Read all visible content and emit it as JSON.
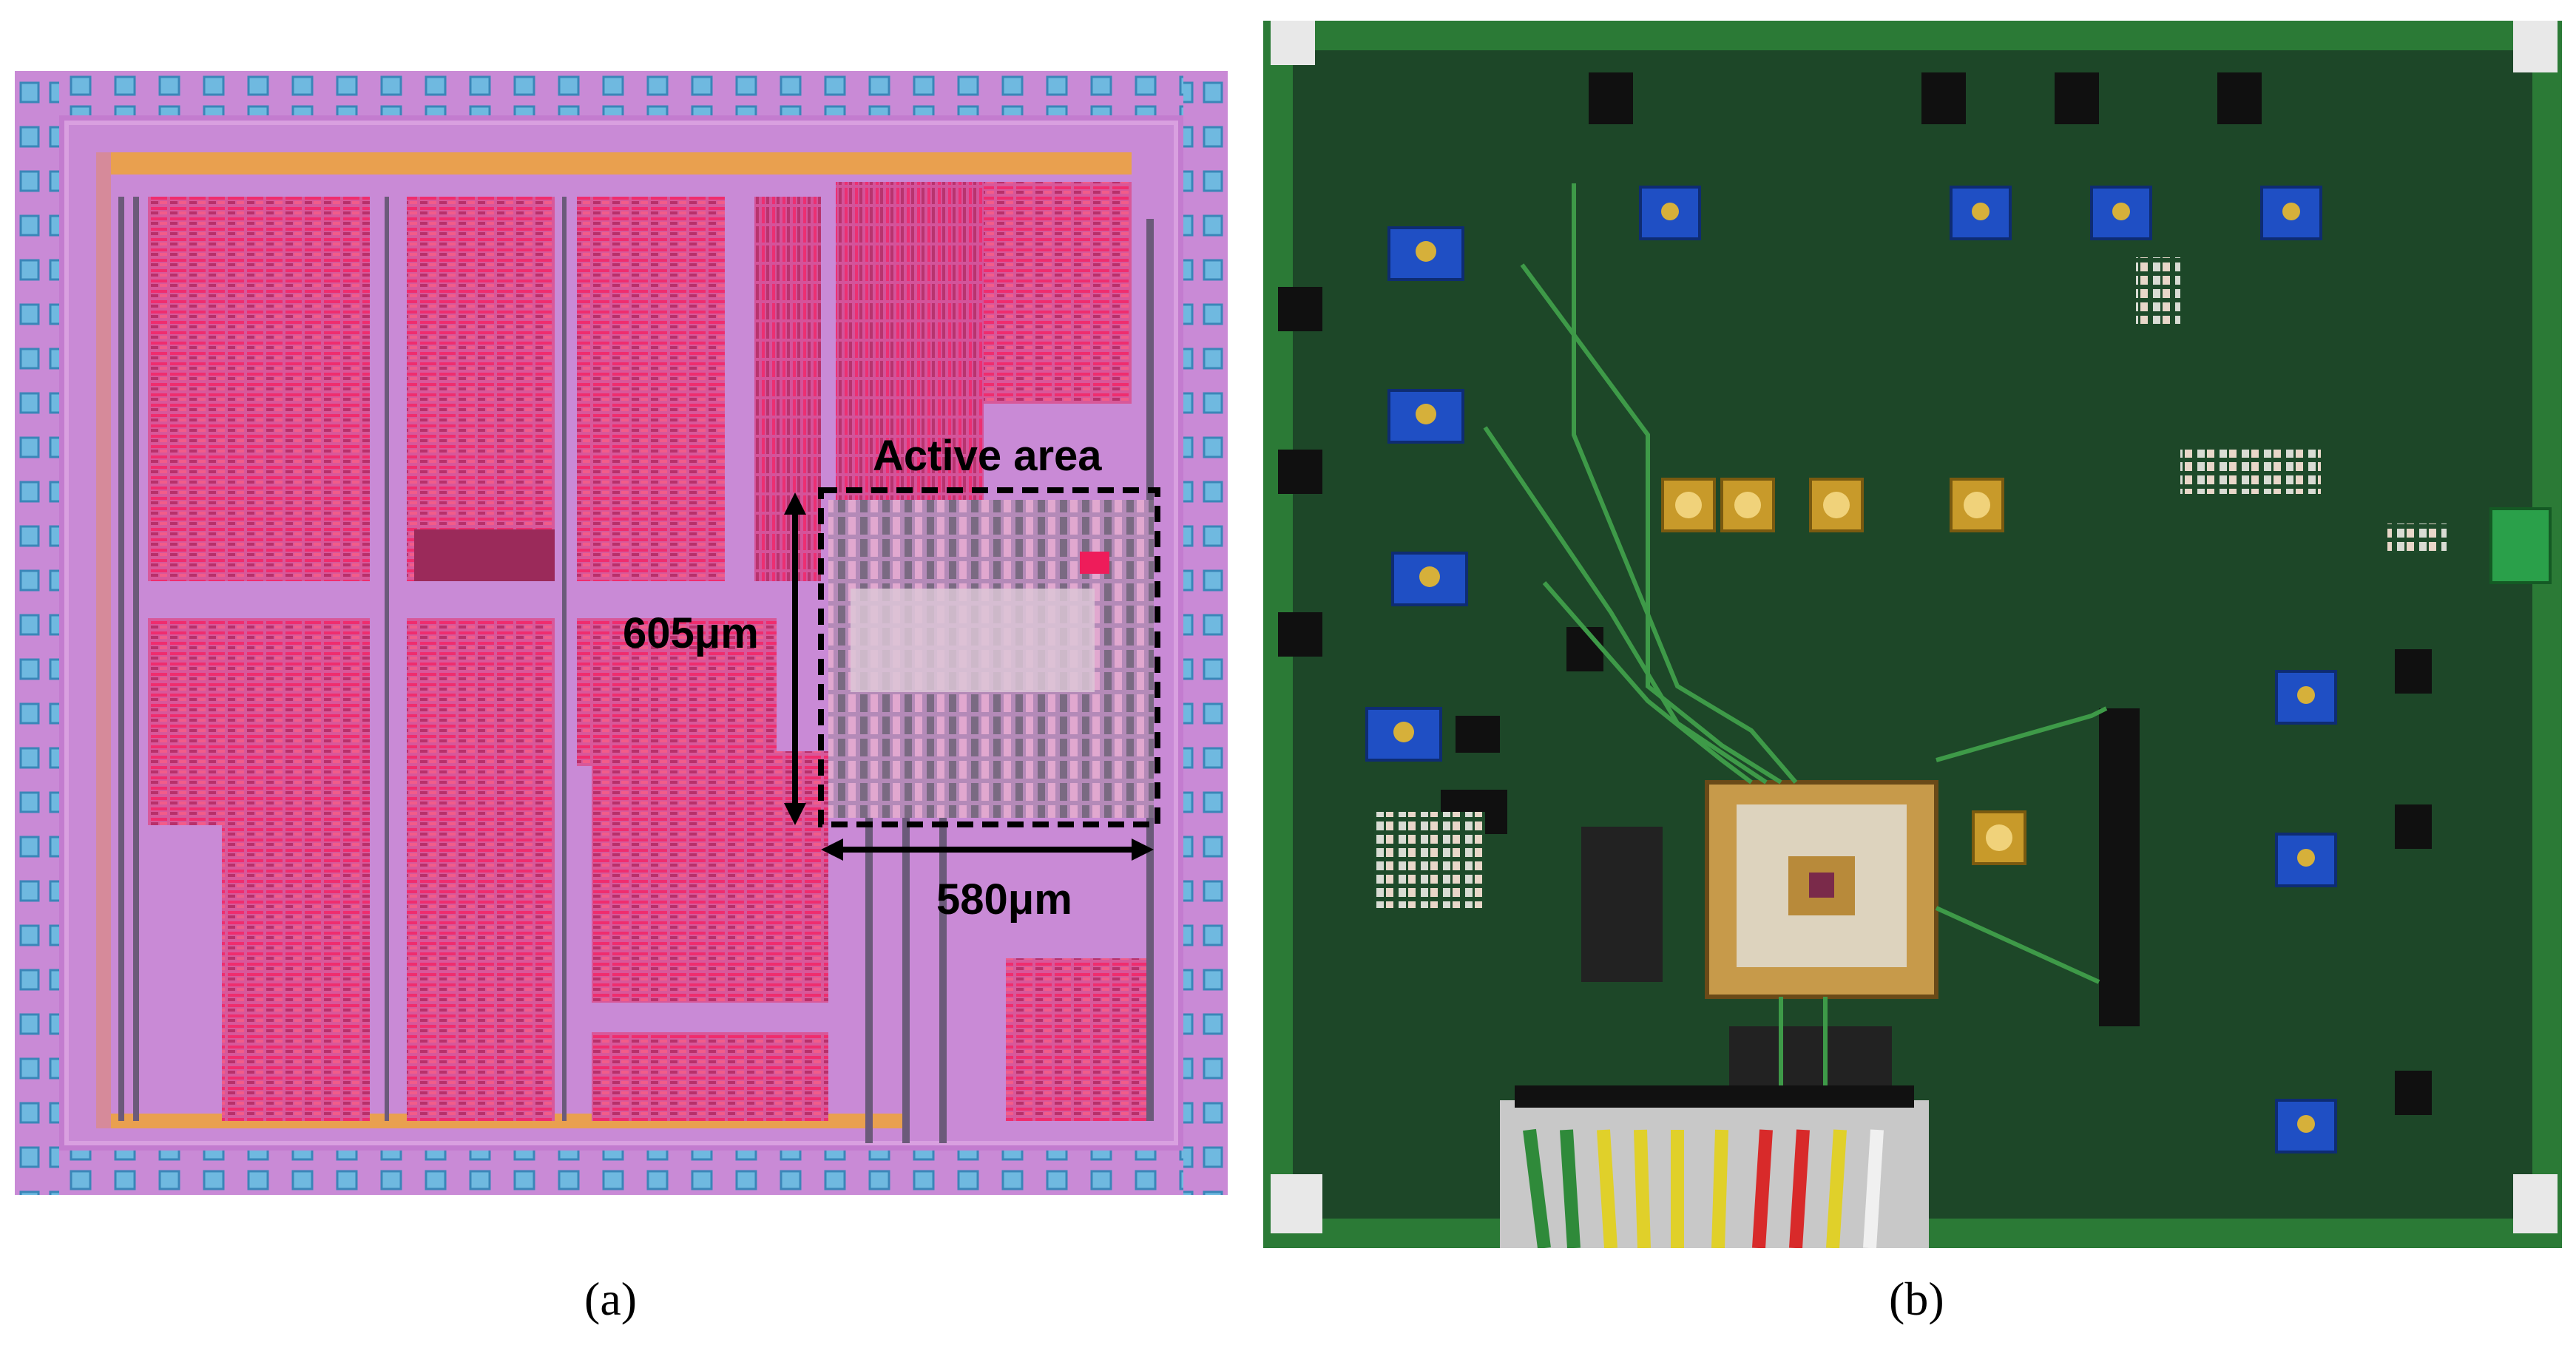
{
  "panel_a": {
    "caption": "(a)",
    "annotation_title": "Active area",
    "height_label": "605μm",
    "width_label": "580μm"
  },
  "panel_b": {
    "caption": "(b)"
  },
  "colors": {
    "die_background": "#c77ad0",
    "die_metal": "#e23b78",
    "die_pad": "#5fb0d8",
    "pcb_green": "#1e4a2a",
    "pcb_edge": "#27a83a",
    "potentiometer_blue": "#1f4fc4",
    "sma_gold": "#c89a2a"
  }
}
